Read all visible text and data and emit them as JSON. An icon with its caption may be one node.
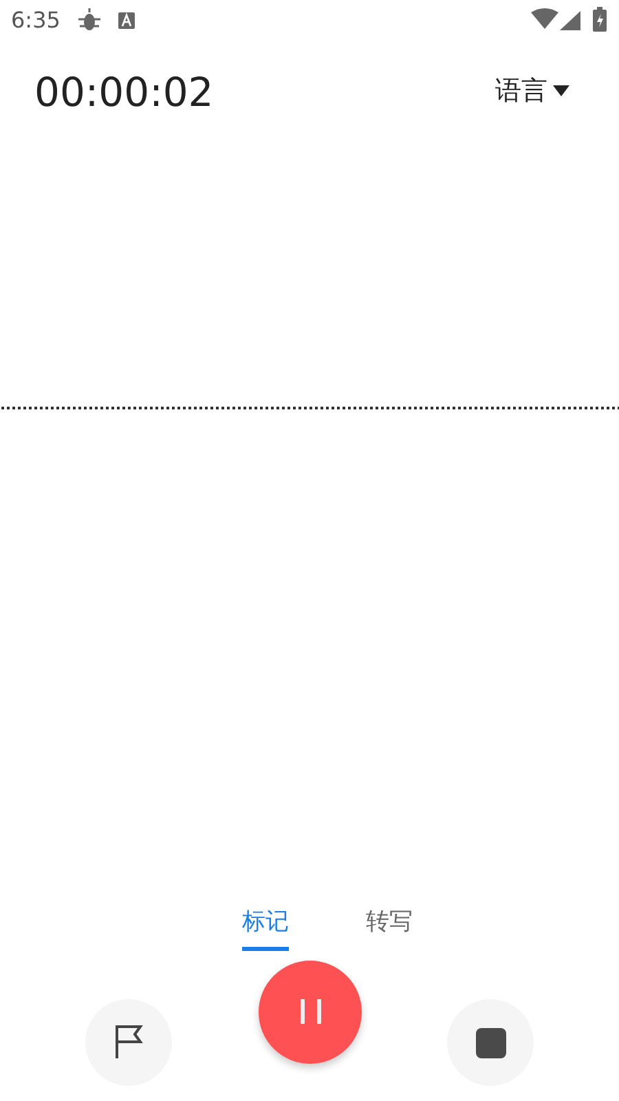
{
  "diagram": {
    "labels": [
      "6:35",
      "00:00:02",
      "语言",
      "标记",
      "转写"
    ]
  }
}
